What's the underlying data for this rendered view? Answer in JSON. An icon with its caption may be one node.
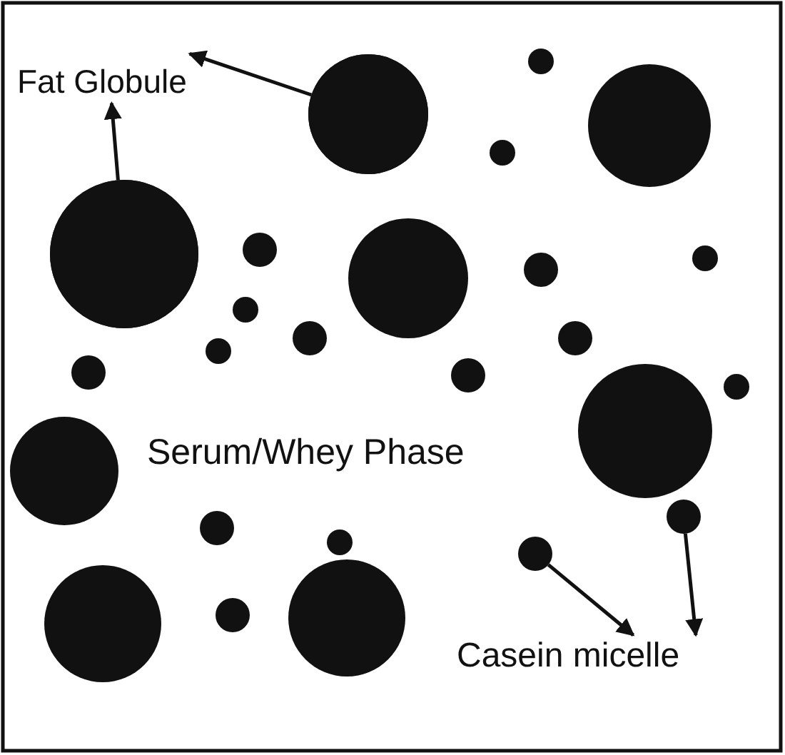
{
  "diagram": {
    "nodes": [
      {
        "text": [
          "Fat Globule"
        ]
      },
      {
        "text": [
          "Casein micelle"
        ]
      },
      {
        "text": [],
        "shape": "circle"
      },
      {
        "text": [],
        "shape": "circle"
      },
      {
        "text": [],
        "shape": "circle"
      },
      {
        "text": [],
        "shape": "circle"
      }
    ],
    "edges": [
      {
        "from": 2,
        "to": 0,
        "arrow": "to"
      },
      {
        "from": 3,
        "to": 0,
        "arrow": "to"
      },
      {
        "from": 4,
        "to": 1,
        "arrow": "to"
      },
      {
        "from": 5,
        "to": 1,
        "arrow": "to"
      }
    ],
    "labels": [
      "Serum/Whey Phase"
    ]
  }
}
